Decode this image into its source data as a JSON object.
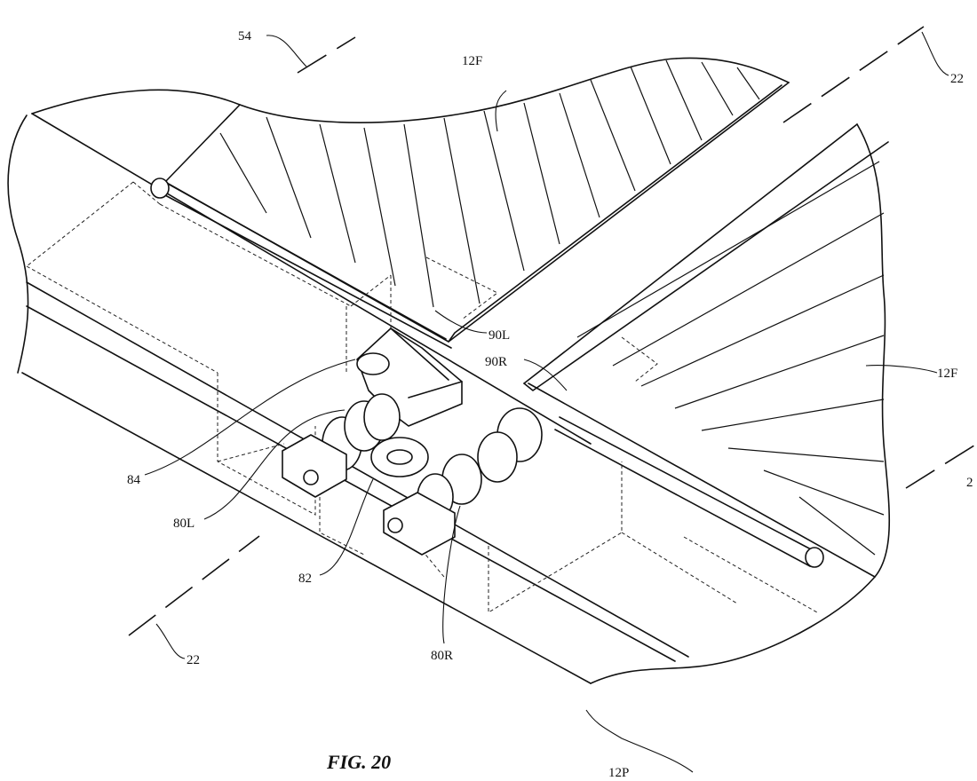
{
  "figure": {
    "caption": "FIG. 20",
    "labels": {
      "axis_54": "54",
      "axis_22_top": "22",
      "axis_22_bottom": "22",
      "axis_22_right": "2",
      "panel_12F_top": "12F",
      "panel_12F_right": "12F",
      "panel_12P": "12P",
      "hinge_90L": "90L",
      "hinge_90R": "90R",
      "motor_84": "84",
      "roller_80L": "80L",
      "gear_82": "82",
      "roller_80R": "80R"
    }
  }
}
